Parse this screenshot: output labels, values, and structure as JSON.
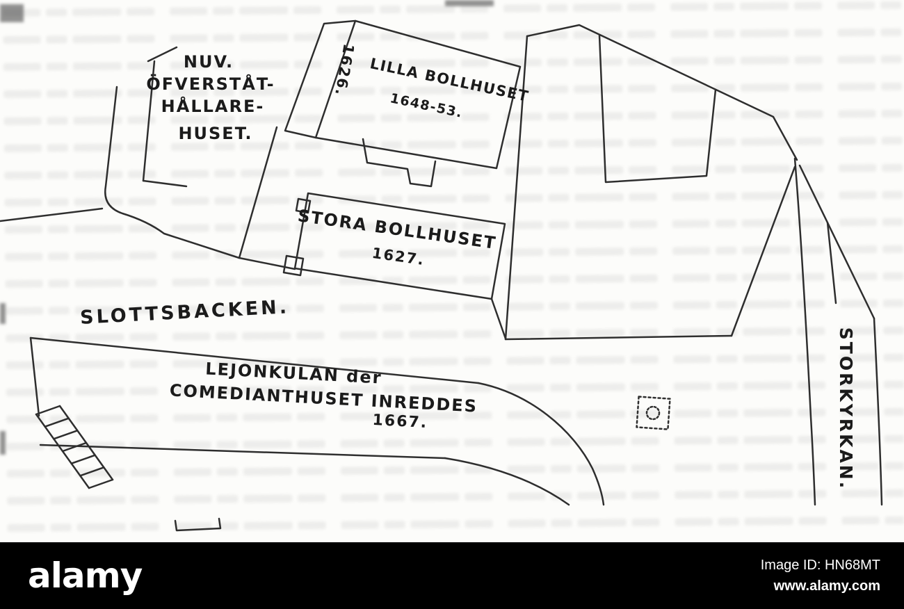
{
  "map": {
    "ink_color": "#1d1d1d",
    "labels": {
      "nuv_line1": "NUV.",
      "nuv_line2": "ÖFVERSTÅT-",
      "nuv_line3": "HÅLLARE-",
      "nuv_line4": "HUSET.",
      "year_1626": "1626.",
      "lilla_bollhuset": "LILLA BOLLHUSET",
      "lilla_years": "1648-53.",
      "stora_bollhuset": "STORA BOLLHUSET",
      "stora_year": "1627.",
      "slottsbacken": "SLOTTSBACKEN.",
      "lejonkulan_line1": "LEJONKULAN der",
      "lejonkulan_line2": "COMEDIANTHUSET INREDDES",
      "lejonkulan_year": "1667.",
      "storkyrkan": "STORKYRKAN."
    }
  },
  "watermark": {
    "bar_color": "#000000",
    "brand": "alamy",
    "image_id": "Image ID: HN68MT",
    "url": "www.alamy.com"
  }
}
